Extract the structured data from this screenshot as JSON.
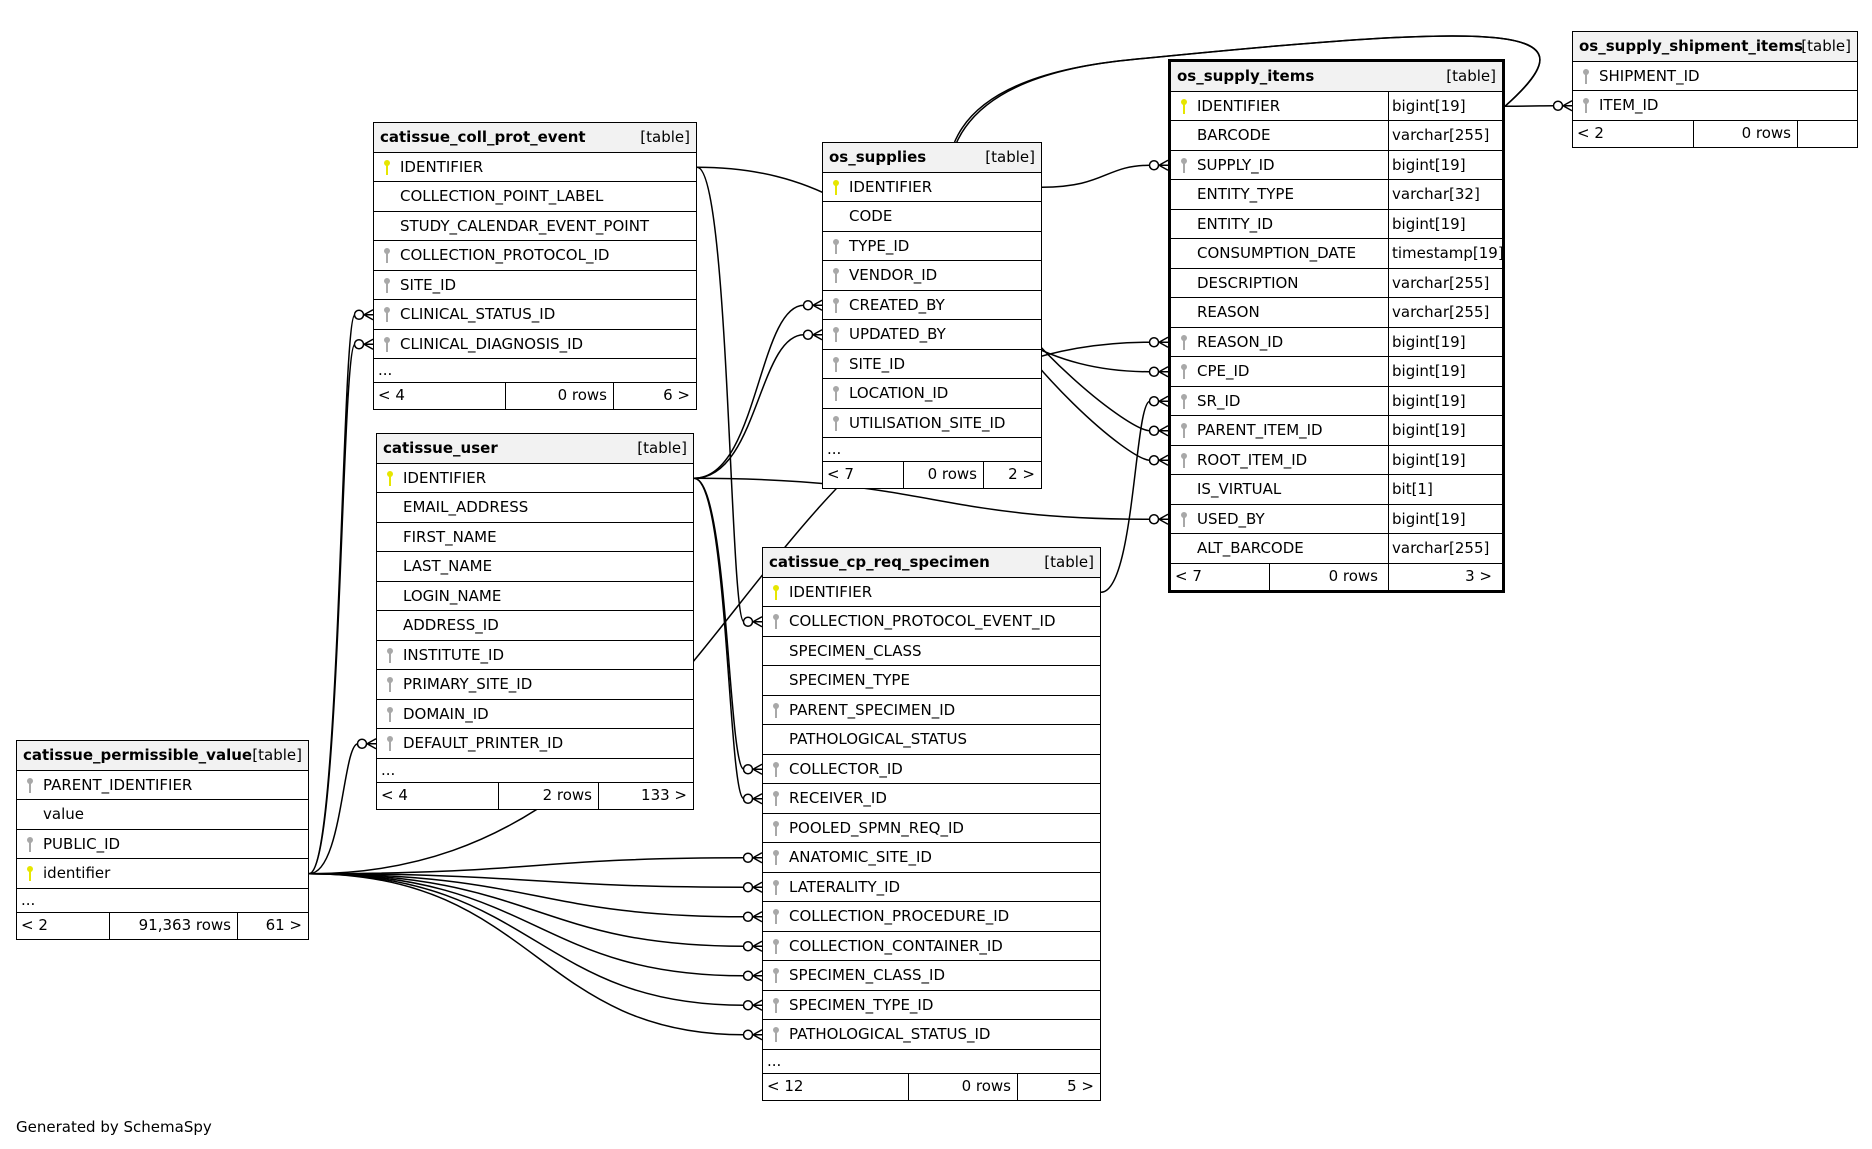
{
  "diagram": {
    "generator_note": "Generated by SchemaSpy",
    "type_tag": "[table]",
    "tables": [
      {
        "id": "catissue_coll_prot_event",
        "name": "catissue_coll_prot_event",
        "columns": [
          {
            "name": "IDENTIFIER",
            "key": "pk"
          },
          {
            "name": "COLLECTION_POINT_LABEL",
            "key": "none"
          },
          {
            "name": "STUDY_CALENDAR_EVENT_POINT",
            "key": "none"
          },
          {
            "name": "COLLECTION_PROTOCOL_ID",
            "key": "fk"
          },
          {
            "name": "SITE_ID",
            "key": "fk"
          },
          {
            "name": "CLINICAL_STATUS_ID",
            "key": "fk"
          },
          {
            "name": "CLINICAL_DIAGNOSIS_ID",
            "key": "fk"
          }
        ],
        "ellipsis": "...",
        "footer": {
          "parents": "< 4",
          "rows": "0 rows",
          "children": "6 >"
        }
      },
      {
        "id": "catissue_user",
        "name": "catissue_user",
        "columns": [
          {
            "name": "IDENTIFIER",
            "key": "pk"
          },
          {
            "name": "EMAIL_ADDRESS",
            "key": "none"
          },
          {
            "name": "FIRST_NAME",
            "key": "none"
          },
          {
            "name": "LAST_NAME",
            "key": "none"
          },
          {
            "name": "LOGIN_NAME",
            "key": "none"
          },
          {
            "name": "ADDRESS_ID",
            "key": "none"
          },
          {
            "name": "INSTITUTE_ID",
            "key": "fk"
          },
          {
            "name": "PRIMARY_SITE_ID",
            "key": "fk"
          },
          {
            "name": "DOMAIN_ID",
            "key": "fk"
          },
          {
            "name": "DEFAULT_PRINTER_ID",
            "key": "fk"
          }
        ],
        "ellipsis": "...",
        "footer": {
          "parents": "< 4",
          "rows": "2 rows",
          "children": "133 >"
        }
      },
      {
        "id": "catissue_permissible_value",
        "name": "catissue_permissible_value",
        "columns": [
          {
            "name": "PARENT_IDENTIFIER",
            "key": "fk"
          },
          {
            "name": "value",
            "key": "none"
          },
          {
            "name": "PUBLIC_ID",
            "key": "fk"
          },
          {
            "name": "identifier",
            "key": "pk"
          }
        ],
        "ellipsis": "...",
        "footer": {
          "parents": "< 2",
          "rows": "91,363 rows",
          "children": "61 >"
        }
      },
      {
        "id": "os_supplies",
        "name": "os_supplies",
        "columns": [
          {
            "name": "IDENTIFIER",
            "key": "pk"
          },
          {
            "name": "CODE",
            "key": "none"
          },
          {
            "name": "TYPE_ID",
            "key": "fk"
          },
          {
            "name": "VENDOR_ID",
            "key": "fk"
          },
          {
            "name": "CREATED_BY",
            "key": "fk"
          },
          {
            "name": "UPDATED_BY",
            "key": "fk"
          },
          {
            "name": "SITE_ID",
            "key": "fk"
          },
          {
            "name": "LOCATION_ID",
            "key": "fk"
          },
          {
            "name": "UTILISATION_SITE_ID",
            "key": "fk"
          }
        ],
        "ellipsis": "...",
        "footer": {
          "parents": "< 7",
          "rows": "0 rows",
          "children": "2 >"
        }
      },
      {
        "id": "catissue_cp_req_specimen",
        "name": "catissue_cp_req_specimen",
        "columns": [
          {
            "name": "IDENTIFIER",
            "key": "pk"
          },
          {
            "name": "COLLECTION_PROTOCOL_EVENT_ID",
            "key": "fk"
          },
          {
            "name": "SPECIMEN_CLASS",
            "key": "none"
          },
          {
            "name": "SPECIMEN_TYPE",
            "key": "none"
          },
          {
            "name": "PARENT_SPECIMEN_ID",
            "key": "fk"
          },
          {
            "name": "PATHOLOGICAL_STATUS",
            "key": "none"
          },
          {
            "name": "COLLECTOR_ID",
            "key": "fk"
          },
          {
            "name": "RECEIVER_ID",
            "key": "fk"
          },
          {
            "name": "POOLED_SPMN_REQ_ID",
            "key": "fk"
          },
          {
            "name": "ANATOMIC_SITE_ID",
            "key": "fk"
          },
          {
            "name": "LATERALITY_ID",
            "key": "fk"
          },
          {
            "name": "COLLECTION_PROCEDURE_ID",
            "key": "fk"
          },
          {
            "name": "COLLECTION_CONTAINER_ID",
            "key": "fk"
          },
          {
            "name": "SPECIMEN_CLASS_ID",
            "key": "fk"
          },
          {
            "name": "SPECIMEN_TYPE_ID",
            "key": "fk"
          },
          {
            "name": "PATHOLOGICAL_STATUS_ID",
            "key": "fk"
          }
        ],
        "ellipsis": "...",
        "footer": {
          "parents": "< 12",
          "rows": "0 rows",
          "children": "5 >"
        }
      },
      {
        "id": "os_supply_items",
        "name": "os_supply_items",
        "focus": true,
        "columns": [
          {
            "name": "IDENTIFIER",
            "type": "bigint[19]",
            "key": "pk"
          },
          {
            "name": "BARCODE",
            "type": "varchar[255]",
            "key": "none"
          },
          {
            "name": "SUPPLY_ID",
            "type": "bigint[19]",
            "key": "fk"
          },
          {
            "name": "ENTITY_TYPE",
            "type": "varchar[32]",
            "key": "none"
          },
          {
            "name": "ENTITY_ID",
            "type": "bigint[19]",
            "key": "none"
          },
          {
            "name": "CONSUMPTION_DATE",
            "type": "timestamp[19]",
            "key": "none"
          },
          {
            "name": "DESCRIPTION",
            "type": "varchar[255]",
            "key": "none"
          },
          {
            "name": "REASON",
            "type": "varchar[255]",
            "key": "none"
          },
          {
            "name": "REASON_ID",
            "type": "bigint[19]",
            "key": "fk"
          },
          {
            "name": "CPE_ID",
            "type": "bigint[19]",
            "key": "fk"
          },
          {
            "name": "SR_ID",
            "type": "bigint[19]",
            "key": "fk"
          },
          {
            "name": "PARENT_ITEM_ID",
            "type": "bigint[19]",
            "key": "fk"
          },
          {
            "name": "ROOT_ITEM_ID",
            "type": "bigint[19]",
            "key": "fk"
          },
          {
            "name": "IS_VIRTUAL",
            "type": "bit[1]",
            "key": "none"
          },
          {
            "name": "USED_BY",
            "type": "bigint[19]",
            "key": "fk"
          },
          {
            "name": "ALT_BARCODE",
            "type": "varchar[255]",
            "key": "none"
          }
        ],
        "footer": {
          "parents": "< 7",
          "rows": "0 rows",
          "children": "3 >"
        }
      },
      {
        "id": "os_supply_shipment_items",
        "name": "os_supply_shipment_items",
        "columns": [
          {
            "name": "SHIPMENT_ID",
            "key": "fk"
          },
          {
            "name": "ITEM_ID",
            "key": "fk"
          }
        ],
        "footer": {
          "parents": "< 2",
          "rows": "0 rows",
          "children": ""
        }
      }
    ],
    "relationships": [
      {
        "from": "catissue_permissible_value.identifier",
        "to": "catissue_coll_prot_event.CLINICAL_STATUS_ID"
      },
      {
        "from": "catissue_permissible_value.identifier",
        "to": "catissue_coll_prot_event.CLINICAL_DIAGNOSIS_ID"
      },
      {
        "from": "catissue_permissible_value.identifier",
        "to": "catissue_user.DEFAULT_PRINTER_ID"
      },
      {
        "from": "catissue_permissible_value.identifier",
        "to": "catissue_cp_req_specimen.ANATOMIC_SITE_ID"
      },
      {
        "from": "catissue_permissible_value.identifier",
        "to": "catissue_cp_req_specimen.LATERALITY_ID"
      },
      {
        "from": "catissue_permissible_value.identifier",
        "to": "catissue_cp_req_specimen.COLLECTION_PROCEDURE_ID"
      },
      {
        "from": "catissue_permissible_value.identifier",
        "to": "catissue_cp_req_specimen.COLLECTION_CONTAINER_ID"
      },
      {
        "from": "catissue_permissible_value.identifier",
        "to": "catissue_cp_req_specimen.SPECIMEN_CLASS_ID"
      },
      {
        "from": "catissue_permissible_value.identifier",
        "to": "catissue_cp_req_specimen.SPECIMEN_TYPE_ID"
      },
      {
        "from": "catissue_permissible_value.identifier",
        "to": "catissue_cp_req_specimen.PATHOLOGICAL_STATUS_ID"
      },
      {
        "from": "catissue_permissible_value.identifier",
        "to": "os_supply_items.REASON_ID"
      },
      {
        "from": "catissue_user.IDENTIFIER",
        "to": "os_supplies.CREATED_BY"
      },
      {
        "from": "catissue_user.IDENTIFIER",
        "to": "os_supplies.UPDATED_BY"
      },
      {
        "from": "catissue_user.IDENTIFIER",
        "to": "catissue_cp_req_specimen.COLLECTOR_ID"
      },
      {
        "from": "catissue_user.IDENTIFIER",
        "to": "catissue_cp_req_specimen.RECEIVER_ID"
      },
      {
        "from": "catissue_user.IDENTIFIER",
        "to": "os_supply_items.USED_BY"
      },
      {
        "from": "catissue_coll_prot_event.IDENTIFIER",
        "to": "catissue_cp_req_specimen.COLLECTION_PROTOCOL_EVENT_ID"
      },
      {
        "from": "catissue_coll_prot_event.IDENTIFIER",
        "to": "os_supply_items.CPE_ID"
      },
      {
        "from": "os_supplies.IDENTIFIER",
        "to": "os_supply_items.SUPPLY_ID"
      },
      {
        "from": "catissue_cp_req_specimen.IDENTIFIER",
        "to": "os_supply_items.SR_ID"
      },
      {
        "from": "os_supply_items.IDENTIFIER",
        "to": "os_supply_items.PARENT_ITEM_ID"
      },
      {
        "from": "os_supply_items.IDENTIFIER",
        "to": "os_supply_items.ROOT_ITEM_ID"
      },
      {
        "from": "os_supply_items.IDENTIFIER",
        "to": "os_supply_shipment_items.ITEM_ID"
      }
    ]
  }
}
